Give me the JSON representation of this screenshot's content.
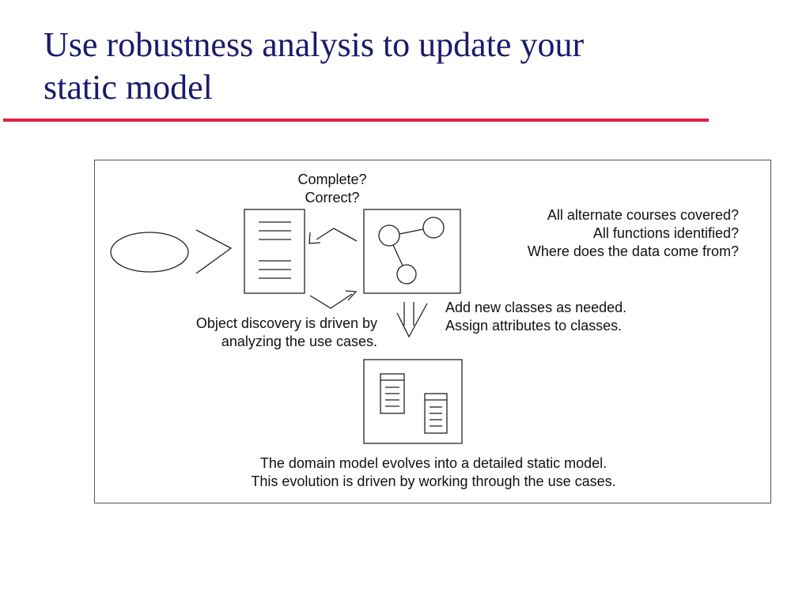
{
  "slide": {
    "title_line1": "Use robustness analysis to update your",
    "title_line2": "static model",
    "accent_color": "#e0203a",
    "title_color": "#1a1a6e"
  },
  "diagram": {
    "question_top": [
      "Complete?",
      "Correct?"
    ],
    "questions_right": [
      "All alternate courses covered?",
      "All functions identified?",
      "Where does the data come from?"
    ],
    "discovery_note": [
      "Object discovery is driven by",
      "analyzing the use cases."
    ],
    "class_note": [
      "Add new classes as needed.",
      "Assign attributes to classes."
    ],
    "evolution_note": [
      "The domain model evolves into a detailed static model.",
      "This evolution is driven by working through the use cases."
    ],
    "icons": {
      "use_case": "ellipse-icon",
      "text_document": "document-icon",
      "robustness_diagram": "robustness-diagram-icon",
      "static_model": "class-diagram-icon"
    }
  }
}
